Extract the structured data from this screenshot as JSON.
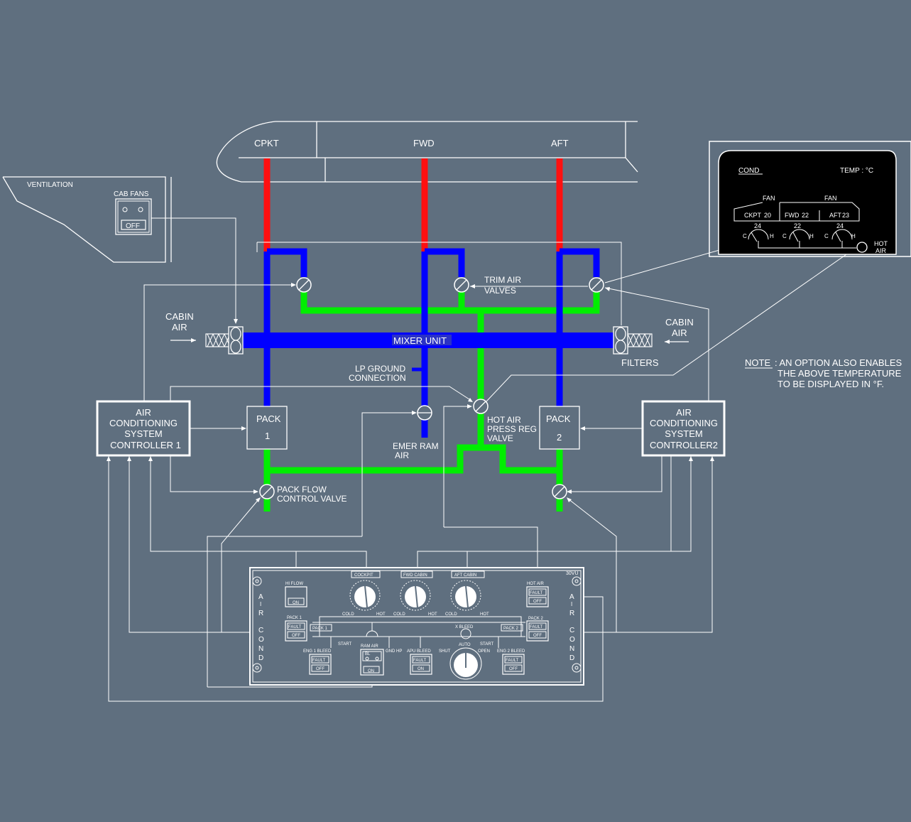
{
  "colors": {
    "background": "#5f6f7f",
    "line": "#ffffff",
    "hot_air": "#ff1010",
    "conditioned_air": "#0000ff",
    "pack_outlet_air": "#00ee00",
    "display_screen": "#000000"
  },
  "fuselage": {
    "zones": [
      "CPKT",
      "FWD",
      "AFT"
    ]
  },
  "ventilation": {
    "title": "VENTILATION",
    "cab_fans_label": "CAB FANS",
    "off_label": "OFF"
  },
  "cabin_air": {
    "left_label_1": "CABIN",
    "left_label_2": "AIR",
    "right_label_1": "CABIN",
    "right_label_2": "AIR",
    "filters_label": "FILTERS"
  },
  "mixer": {
    "label": "MIXER UNIT"
  },
  "trim_air_label_1": "TRIM AIR",
  "trim_air_label_2": "VALVES",
  "lp_ground_1": "LP GROUND",
  "lp_ground_2": "CONNECTION",
  "emer_ram_1": "EMER RAM",
  "emer_ram_2": "AIR",
  "hot_air_valve": {
    "l1": "HOT AIR",
    "l2": "PRESS REG",
    "l3": "VALVE"
  },
  "pack_flow_1": "PACK FLOW",
  "pack_flow_2": "CONTROL VALVE",
  "pack1": {
    "l1": "PACK",
    "l2": "1"
  },
  "pack2": {
    "l1": "PACK",
    "l2": "2"
  },
  "acsc1": {
    "l1": "AIR",
    "l2": "CONDITIONING",
    "l3": "SYSTEM",
    "l4": "CONTROLLER 1"
  },
  "acsc2": {
    "l1": "AIR",
    "l2": "CONDITIONING",
    "l3": "SYSTEM",
    "l4": "CONTROLLER2"
  },
  "ecam": {
    "title": "COND",
    "temp_label": "TEMP : °C",
    "fan_labels": [
      "FAN",
      "FAN"
    ],
    "zones": [
      {
        "name": "CKPT",
        "temp": "20",
        "duct": "24"
      },
      {
        "name": "FWD",
        "temp": "22",
        "duct": "22"
      },
      {
        "name": "AFT",
        "temp": "23",
        "duct": "24"
      }
    ],
    "c_label": "C",
    "h_label": "H",
    "hot_air_1": "HOT",
    "hot_air_2": "AIR"
  },
  "note": {
    "label": "NOTE",
    "l1": ": AN OPTION ALSO ENABLES",
    "l2": "THE ABOVE TEMPERATURE",
    "l3": "TO BE DISPLAYED IN °F."
  },
  "panel": {
    "id": "30VU",
    "side_label": [
      "A",
      "I",
      "R",
      "C",
      "O",
      "N",
      "D"
    ],
    "hi_flow": "HI FLOW",
    "on": "ON",
    "off": "OFF",
    "fault": "FAULT",
    "knobs": [
      "COCKPIT",
      "FWD CABIN",
      "AFT CABIN"
    ],
    "cold": "COLD",
    "hot": "HOT",
    "hot_air": "HOT AIR",
    "pack1": "PACK 1",
    "pack2": "PACK 2",
    "x_bleed": "X BLEED",
    "eng1_bleed": "ENG 1 BLEED",
    "eng2_bleed": "ENG 2 BLEED",
    "ram_air": "RAM AIR",
    "gnd_hp": "GND HP",
    "apu_bleed": "APU BLEED",
    "start": "START",
    "shut": "SHUT",
    "auto": "AUTO",
    "open": "OPEN",
    "bl": "BL"
  }
}
